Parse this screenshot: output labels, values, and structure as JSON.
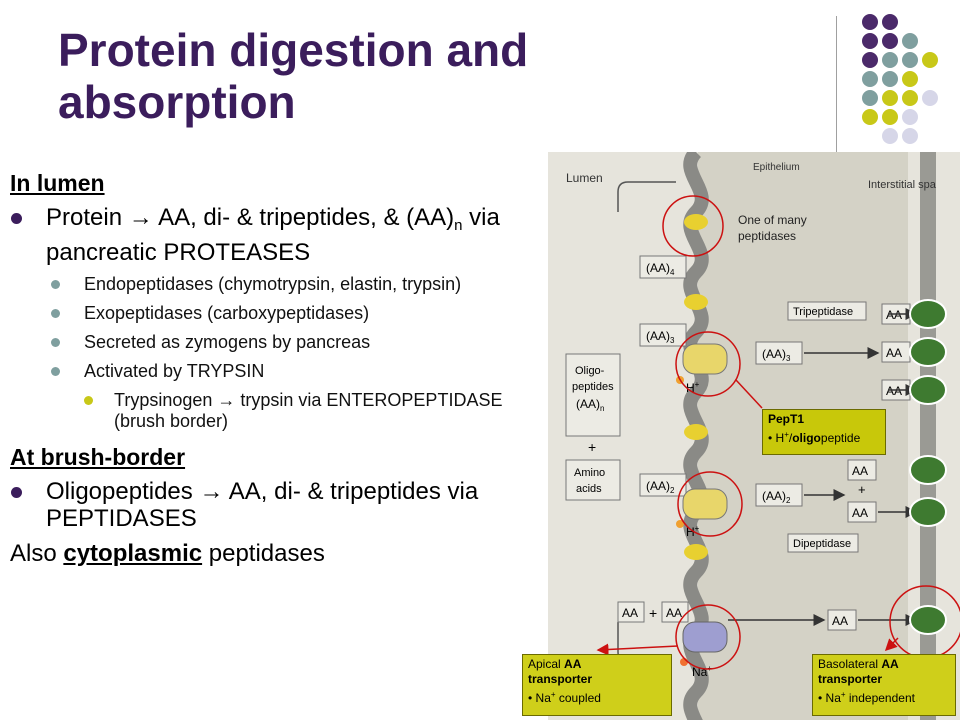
{
  "title": "Protein digestion and absorption",
  "lumen_section": {
    "heading": "In lumen",
    "bullet1_pre": "Protein ",
    "arrow": "",
    "bullet1_post": " AA, di- & tripeptides, & (AA)",
    "bullet1_sub": "n",
    "bullet1_end": " via pancreatic PROTEASES",
    "sub_items": [
      "Endopeptidases (chymotrypsin, elastin, trypsin)",
      "Exopeptidases (carboxypeptidases)",
      "Secreted as zymogens by pancreas",
      "Activated by TRYPSIN"
    ],
    "subsub_pre": "Trypsinogen ",
    "subsub_post": " trypsin via ENTEROPEPTIDASE (brush border)"
  },
  "brush_section": {
    "heading": "At brush-border",
    "bullet_pre": "Oligopeptides ",
    "bullet_post": " AA, di- & tripeptides via PEPTIDASES",
    "also_pre": "Also ",
    "also_underlined": "cytoplasmic",
    "also_post": " peptidases"
  },
  "figure": {
    "epithelium": "Epithelium",
    "lumen": "Lumen",
    "interstitial": "Interstitial spa",
    "one_of_many": "One of many",
    "peptidases": "peptidases",
    "aa4": "(AA)",
    "aa4_sub": "4",
    "aa3": "(AA)",
    "aa3_sub": "3",
    "aa2": "(AA)",
    "aa2_sub": "2",
    "aa": "AA",
    "plus": "+",
    "oligo1": "Oligo-",
    "oligo2": "peptides",
    "oligo3": "(AA)",
    "oligo3_sub": "n",
    "amino1": "Amino",
    "amino2": "acids",
    "tripeptidase": "Tripeptidase",
    "dipeptidase": "Dipeptidase",
    "h": "H",
    "h_sup": "+",
    "na": "Na",
    "na_sup": "+"
  },
  "callouts": {
    "pept1_title": "PepT1",
    "pept1_line_pre": "• H",
    "pept1_line_sup": "+",
    "pept1_line_mid": "/",
    "pept1_line_bold": "oligo",
    "pept1_line_post": "peptide",
    "apical_pre": "Apical ",
    "apical_bold": "AA",
    "apical_line2": "transporter",
    "apical_line3_pre": "• Na",
    "apical_line3_sup": "+",
    "apical_line3_post": " coupled",
    "baso_pre": "Basolateral ",
    "baso_bold": "AA",
    "baso_line2": "transporter",
    "baso_line3_pre": "• Na",
    "baso_line3_sup": "+",
    "baso_line3_post": " independent"
  },
  "colors": {
    "title": "#3b1d5c",
    "dot_purple": "#4b2a6a",
    "dot_teal": "#7f9f9f",
    "dot_yellow": "#c8c818",
    "dot_lavender": "#d6d6e8",
    "callout": "#c8c80a"
  }
}
